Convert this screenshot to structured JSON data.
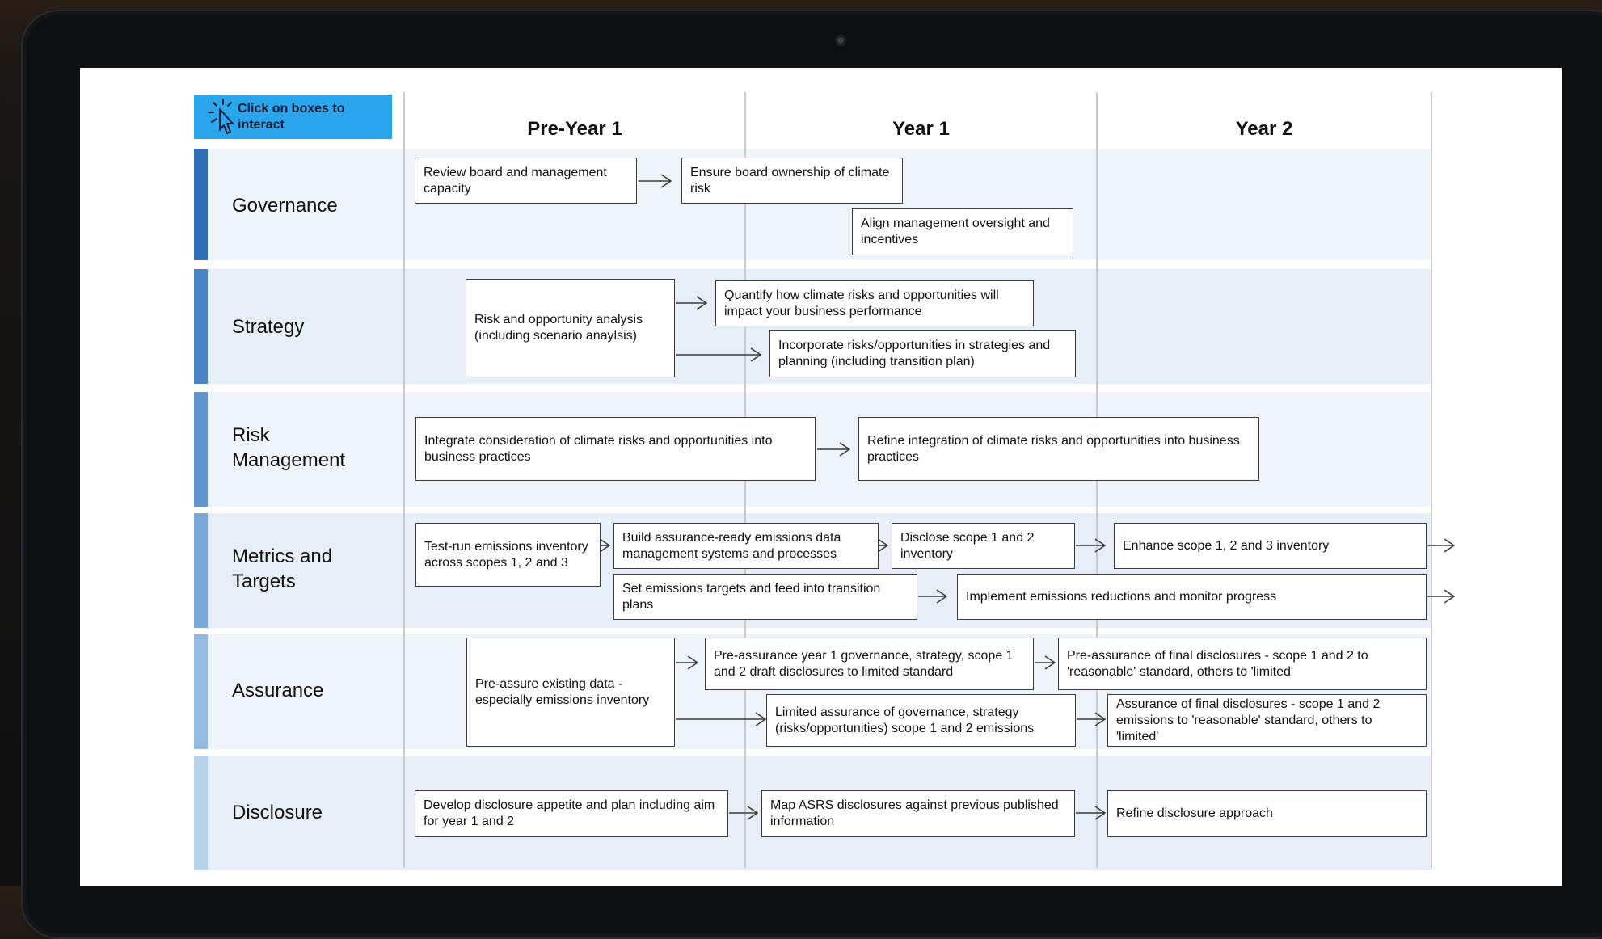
{
  "click_tip": {
    "label": "Click on boxes to interact",
    "icon": "cursor-click-icon"
  },
  "columns": [
    "Pre-Year 1",
    "Year 1",
    "Year 2"
  ],
  "rows": [
    {
      "label": "Governance"
    },
    {
      "label": "Strategy"
    },
    {
      "label": "Risk Management"
    },
    {
      "label": "Metrics and Targets"
    },
    {
      "label": "Assurance"
    },
    {
      "label": "Disclosure"
    }
  ],
  "colors": {
    "row_bars": [
      "#2f6eb5",
      "#4a84c4",
      "#5f94cc",
      "#7aa8d6",
      "#95bbe0",
      "#b7d3ec"
    ],
    "tip_background": "#2aa6ef"
  },
  "boxes": {
    "gov_review": "Review board and management capacity",
    "gov_ensure": "Ensure board ownership of climate risk",
    "gov_align": "Align management oversight and incentives",
    "strat_risk": "Risk and opportunity analysis (including scenario anaylsis)",
    "strat_quantify": "Quantify how climate risks and opportunities will impact your business performance",
    "strat_incorporate": "Incorporate risks/opportunities in strategies and planning (including transition plan)",
    "risk_integrate": "Integrate consideration of climate risks and opportunities into business practices",
    "risk_refine": "Refine integration of climate risks and opportunities into business practices",
    "met_testrun": "Test-run emissions inventory across scopes 1, 2 and 3",
    "met_build": "Build assurance-ready emissions data management systems and processes",
    "met_disclose": "Disclose scope 1 and 2 inventory",
    "met_enhance": "Enhance scope 1, 2 and 3 inventory",
    "met_set": "Set emissions targets and feed into transition plans",
    "met_implement": "Implement emissions reductions and monitor progress",
    "as_preassure": "Pre-assure existing data - especially emissions inventory",
    "as_pre_y1": "Pre-assurance year 1 governance, strategy, scope 1 and 2 draft disclosures to limited standard",
    "as_pre_final": "Pre-assurance of final disclosures - scope 1 and 2 to 'reasonable' standard, others to 'limited'",
    "as_limited": "Limited assurance of governance, strategy (risks/opportunities) scope 1 and 2 emissions",
    "as_final": "Assurance of final disclosures - scope 1 and 2 emissions to 'reasonable' standard, others to 'limited'",
    "dis_develop": "Develop disclosure appetite and plan including aim for year 1 and 2",
    "dis_map": "Map ASRS disclosures against previous published information",
    "dis_refine": "Refine disclosure approach"
  }
}
